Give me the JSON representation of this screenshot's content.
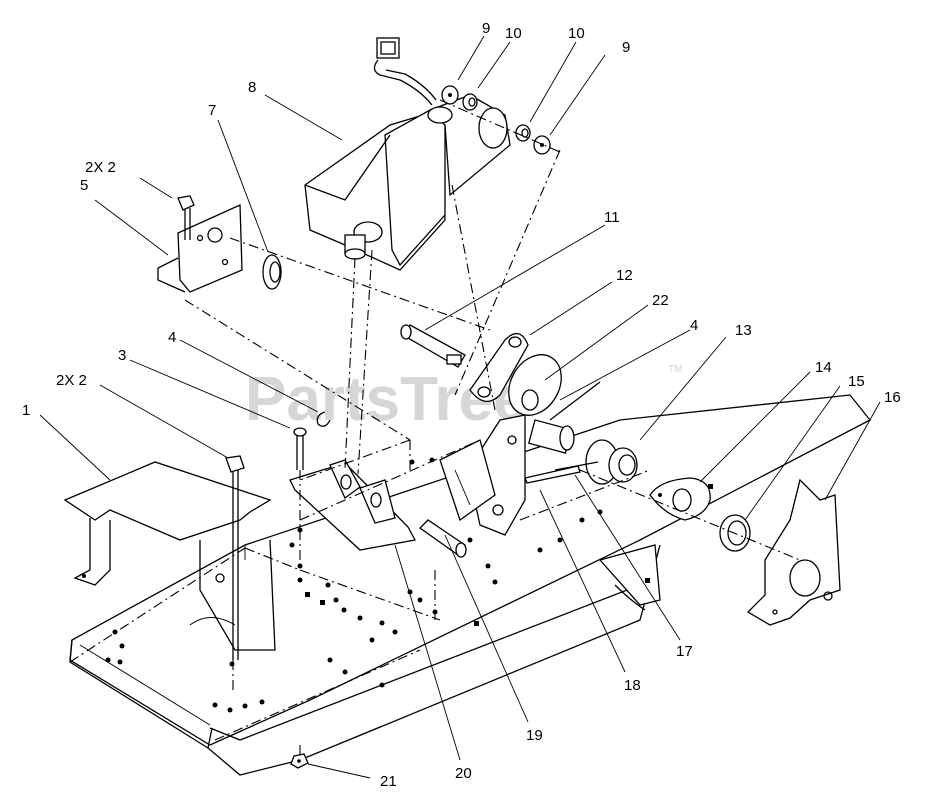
{
  "watermark": {
    "text": "PartsTree",
    "trademark": "TM"
  },
  "callouts": [
    {
      "id": "c1",
      "label": "1"
    },
    {
      "id": "c2x2a",
      "label": "2X 2"
    },
    {
      "id": "c3",
      "label": "3"
    },
    {
      "id": "c4a",
      "label": "4"
    },
    {
      "id": "c2x2b",
      "label": "2X 2"
    },
    {
      "id": "c5",
      "label": "5"
    },
    {
      "id": "c7",
      "label": "7"
    },
    {
      "id": "c8",
      "label": "8"
    },
    {
      "id": "c9a",
      "label": "9"
    },
    {
      "id": "c10a",
      "label": "10"
    },
    {
      "id": "c10b",
      "label": "10"
    },
    {
      "id": "c9b",
      "label": "9"
    },
    {
      "id": "c11",
      "label": "11"
    },
    {
      "id": "c12",
      "label": "12"
    },
    {
      "id": "c22",
      "label": "22"
    },
    {
      "id": "c4b",
      "label": "4"
    },
    {
      "id": "c13",
      "label": "13"
    },
    {
      "id": "c14",
      "label": "14"
    },
    {
      "id": "c15",
      "label": "15"
    },
    {
      "id": "c16",
      "label": "16"
    },
    {
      "id": "c17",
      "label": "17"
    },
    {
      "id": "c18",
      "label": "18"
    },
    {
      "id": "c19",
      "label": "19"
    },
    {
      "id": "c20",
      "label": "20"
    },
    {
      "id": "c21",
      "label": "21"
    }
  ]
}
